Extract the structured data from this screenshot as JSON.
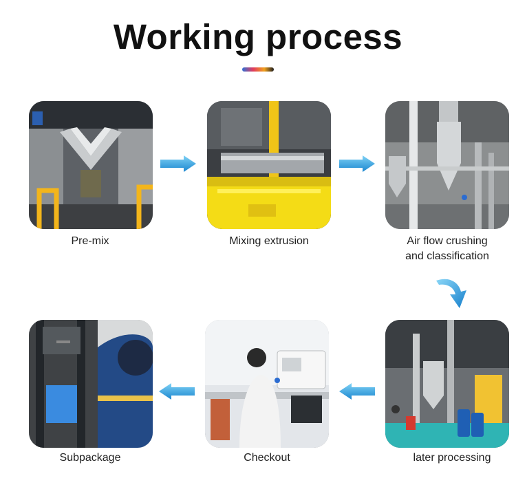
{
  "title": "Working process",
  "steps": [
    {
      "label": "Pre-mix"
    },
    {
      "label": "Mixing extrusion"
    },
    {
      "label": "Air flow crushing",
      "label2": "and classification"
    },
    {
      "label": "later processing"
    },
    {
      "label": "Checkout"
    },
    {
      "label": "Subpackage"
    }
  ],
  "colors": {
    "arrow": "#2a9fe0",
    "accent_yellow": "#f5d20a"
  }
}
